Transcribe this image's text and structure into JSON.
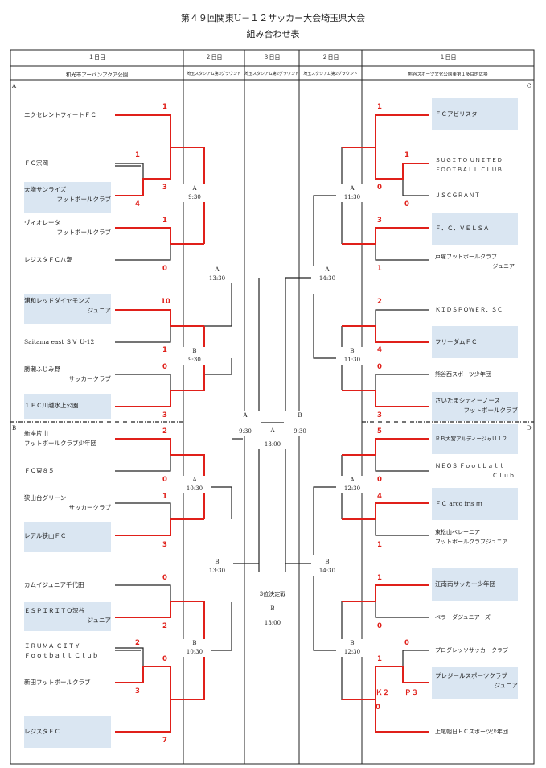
{
  "title": "第４９回関東U－１２サッカー大会埼玉県大会",
  "subtitle": "組み合わせ表",
  "columns": [
    {
      "day": "１日目",
      "venue": "和光市アーバンアクア公園"
    },
    {
      "day": "２日目",
      "venue": "埼玉スタジアム第3グラウンド"
    },
    {
      "day": "３日目",
      "venue": "埼玉スタジアム第2グラウンド"
    },
    {
      "day": "２日目",
      "venue": "埼玉スタジアム第2グラウンド"
    },
    {
      "day": "１日目",
      "venue": "熊谷スポーツ文化公園東第１多目的広場"
    }
  ],
  "blocks": {
    "a": "A",
    "b": "B",
    "c": "C",
    "d": "D"
  },
  "left_teams": [
    {
      "lines": [
        "エクセレントフィートＦＣ"
      ]
    },
    {
      "lines": [
        "ＦＣ宗岡"
      ]
    },
    {
      "lines": [
        "大増サンライズ",
        "フットボールクラブ"
      ]
    },
    {
      "lines": [
        "ヴィオレータ",
        "フットボールクラブ"
      ]
    },
    {
      "lines": [
        "レジスタＦＣ八潮"
      ]
    },
    {
      "lines": [
        "浦和レッドダイヤモンズ",
        "ジュニア"
      ]
    },
    {
      "lines": [
        "Saitama east ＳＶ U-12"
      ]
    },
    {
      "lines": [
        "勝瀬ふじみ野",
        "サッカークラブ"
      ]
    },
    {
      "lines": [
        "１ＦＣ川越水上公園"
      ]
    },
    {
      "lines": [
        "新座片山",
        "フットボールクラブ少年団"
      ]
    },
    {
      "lines": [
        "ＦＣ東８５"
      ]
    },
    {
      "lines": [
        "狭山台グリーン",
        "サッカークラブ"
      ]
    },
    {
      "lines": [
        "レアル狭山ＦＣ"
      ]
    },
    {
      "lines": [
        "カムイジュニア千代田"
      ]
    },
    {
      "lines": [
        "ＥＳＰＩＲＩＴＯ深谷",
        "ジュニア"
      ]
    },
    {
      "lines": [
        "ＩＲＵＭＡ ＣＩＴＹ",
        "Ｆｏｏｔｂａｌｌ Ｃｌｕｂ"
      ]
    },
    {
      "lines": [
        "新田フットボールクラブ"
      ]
    },
    {
      "lines": [
        "レジスタＦＣ"
      ]
    }
  ],
  "right_teams": [
    {
      "lines": [
        "ＦＣアビリスタ"
      ]
    },
    {
      "lines": [
        "ＳＵＧＩＴＯ ＵＮＩＴＥＤ",
        "ＦＯＯＴＢＡＬＬ ＣＬＵＢ"
      ]
    },
    {
      "lines": [
        "ＪＳＣＧＲＡＮＴ"
      ]
    },
    {
      "lines": [
        "Ｆ．Ｃ．ＶＥＬＳＡ"
      ]
    },
    {
      "lines": [
        "戸塚フットボールクラブ",
        "ジュニア"
      ]
    },
    {
      "lines": [
        "ＫＩＤＳＰＯＷＥＲ．ＳＣ"
      ]
    },
    {
      "lines": [
        "フリーダムＦＣ"
      ]
    },
    {
      "lines": [
        "熊谷西スポーツ少年団"
      ]
    },
    {
      "lines": [
        "さいたまシティーノース",
        "フットボールクラブ"
      ]
    },
    {
      "lines": [
        "ＲＢ大宮アルディージャＵ１２"
      ]
    },
    {
      "lines": [
        "ＮＥＯＳ Ｆｏｏｔｂａｌｌ",
        "Ｃｌｕｂ"
      ]
    },
    {
      "lines": [
        "ＦＣ arco iris ｍ"
      ]
    },
    {
      "lines": [
        "東松山ペレーニア",
        "フットボールクラブジュニア"
      ]
    },
    {
      "lines": [
        "江南南サッカー少年団"
      ]
    },
    {
      "lines": [
        "ペラーダジュニアーズ"
      ]
    },
    {
      "lines": [
        "プログレッソサッカークラブ"
      ]
    },
    {
      "lines": [
        "プレジールスポーツクラブ",
        "ジュニア"
      ]
    },
    {
      "lines": [
        "上尾朝日ＦＣスポーツ少年団"
      ]
    }
  ],
  "left_scores": [
    "1",
    "1",
    "3",
    "4",
    "1",
    "0",
    "10",
    "1",
    "0",
    "3",
    "2",
    "0",
    "1",
    "3",
    "0",
    "2",
    "2",
    "0",
    "3",
    "7"
  ],
  "right_scores": [
    "1",
    "1",
    "0",
    "0",
    "3",
    "1",
    "2",
    "4",
    "0",
    "3",
    "5",
    "0",
    "4",
    "1",
    "1",
    "0",
    "0",
    "1",
    "Ｐ３",
    "Ｋ２",
    "0"
  ],
  "matches": {
    "l1": {
      "code": "A",
      "time": "9:30"
    },
    "l2": {
      "code": "B",
      "time": "9:30"
    },
    "l3": {
      "code": "A",
      "time": "10:30"
    },
    "l4": {
      "code": "B",
      "time": "10:30"
    },
    "l5": {
      "code": "A",
      "time": "13:30"
    },
    "l6": {
      "code": "B",
      "time": "13:30"
    },
    "r1": {
      "code": "A",
      "time": "11:30"
    },
    "r2": {
      "code": "B",
      "time": "11:30"
    },
    "r3": {
      "code": "A",
      "time": "12:30"
    },
    "r4": {
      "code": "B",
      "time": "12:30"
    },
    "r5": {
      "code": "A",
      "time": "14:30"
    },
    "r6": {
      "code": "B",
      "time": "14:30"
    },
    "semi_l": {
      "code": "A",
      "time": "9:30"
    },
    "semi_r": {
      "code": "B",
      "time": "9:30"
    },
    "final": {
      "code": "A",
      "time": "13:00"
    },
    "third": {
      "label": "3位決定戦",
      "code": "B",
      "time": "13:00"
    }
  },
  "colors": {
    "winner_line": "#e0201a",
    "loser_line": "#222222",
    "highlight": "#dae6f2",
    "dash_line": "#222222"
  }
}
